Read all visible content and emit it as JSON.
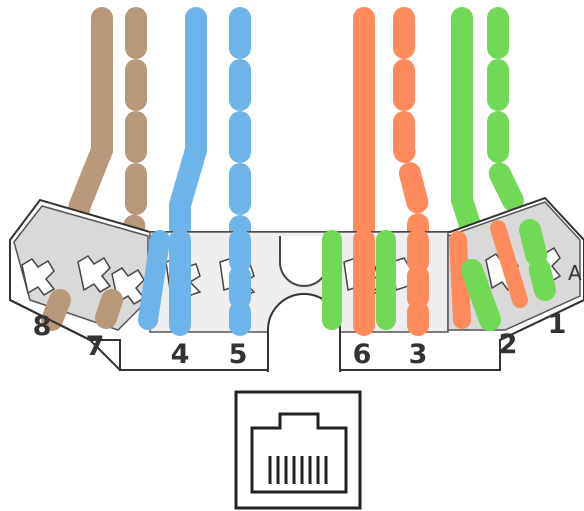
{
  "connector": {
    "pin_labels": {
      "pin8": "8",
      "pin7": "7",
      "pin4": "4",
      "pin5": "5",
      "pin6": "6",
      "pin3": "3",
      "pin2": "2",
      "pin1": "1"
    },
    "side_mark": "A"
  },
  "wire_colors": {
    "brown": "#b7987a",
    "blue": "#6cb4ea",
    "orange": "#ff8a5c",
    "green": "#72d957"
  },
  "icons": {
    "jack": "rj45-socket-icon"
  }
}
